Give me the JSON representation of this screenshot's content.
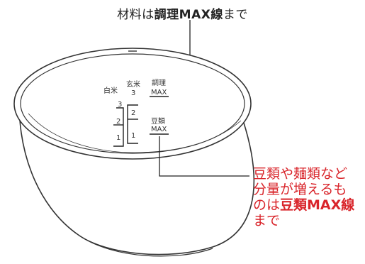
{
  "top_caption": {
    "prefix": "材料は",
    "bold": "調理MAX線",
    "suffix": "まで"
  },
  "red_note": {
    "line1": "豆類や麺類など",
    "line2": "分量が増えるも",
    "line3_prefix": "のは",
    "line3_bold": "豆類MAX線",
    "line4": "まで"
  },
  "pot_labels": {
    "white_rice": "白米",
    "brown_rice": "玄米",
    "white_3": "3",
    "white_2": "2",
    "white_1": "1",
    "brown_3": "3",
    "brown_2": "2",
    "brown_1": "1",
    "cooking_label": "調理",
    "cooking_max": "MAX",
    "beans_label": "豆類",
    "beans_max": "MAX"
  },
  "colors": {
    "note_red": "#d9252b",
    "line_dark": "#222222"
  }
}
